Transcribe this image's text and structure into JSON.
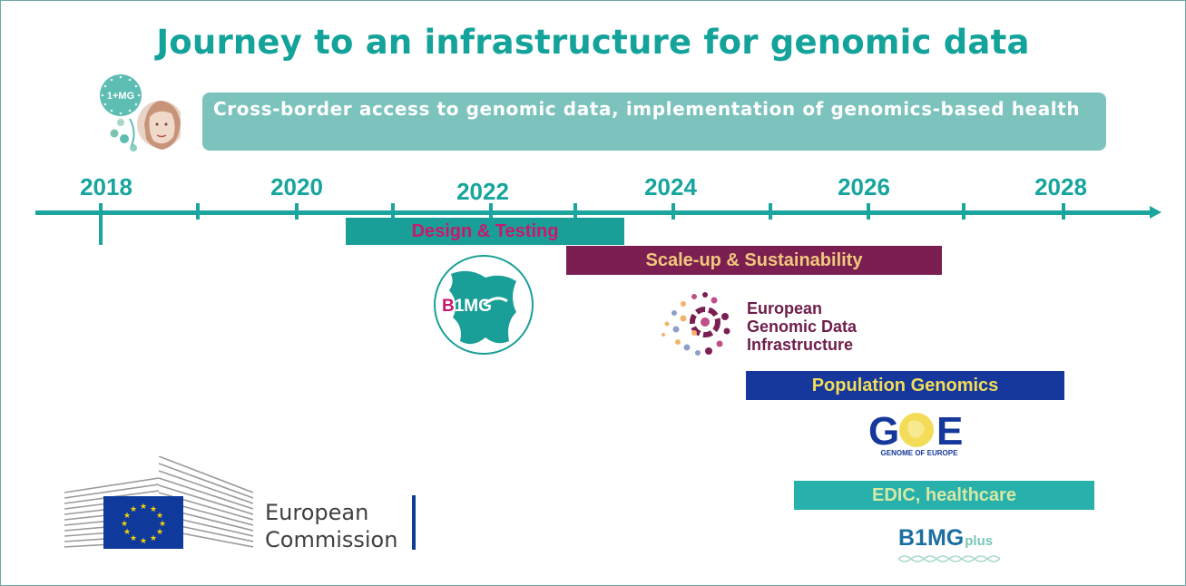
{
  "title": "Journey to an infrastructure for genomic data",
  "banner": "Cross-border access to genomic data, implementation of genomics-based health",
  "timeline": {
    "years": [
      "2018",
      "2020",
      "2022",
      "2024",
      "2026",
      "2028"
    ]
  },
  "phases": {
    "design": "Design & Testing",
    "scale": "Scale-up & Sustainability",
    "population": "Population Genomics",
    "edic": "EDIC, healthcare"
  },
  "logos": {
    "one_mg": "1+MG",
    "b1mg": "B1MG",
    "egdi": [
      "European",
      "Genomic Data",
      "Infrastructure"
    ],
    "goe_letters": "GOE",
    "goe_sub": "GENOME OF EUROPE",
    "b1mgplus_main": "B1MG",
    "b1mgplus_suffix": "plus",
    "ec": [
      "European",
      "Commission"
    ]
  },
  "colors": {
    "teal": "#14a39a",
    "banner": "#7cc3bd",
    "design_bar": "#1a9f98",
    "design_text": "#c8186d",
    "scale_bar": "#7b1f52",
    "scale_text": "#f0c97c",
    "pop_bar": "#16379b",
    "pop_text": "#f3dd58",
    "edic_bar": "#27b1aa",
    "edic_text": "#d6e8a8"
  }
}
